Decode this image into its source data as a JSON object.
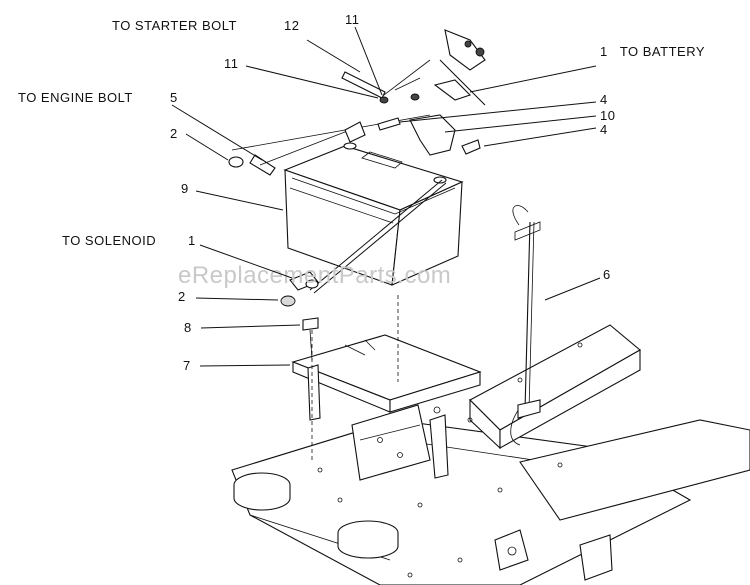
{
  "diagram": {
    "watermark": "eReplacementParts.com",
    "callouts": {
      "to_starter_bolt": "TO STARTER BOLT",
      "n12": "12",
      "n11_top": "11",
      "n11_left": "11",
      "n1_to_battery": "1   TO BATTERY",
      "to_engine_bolt": "TO ENGINE BOLT",
      "n5": "5",
      "n4_top": "4",
      "n10": "10",
      "n4_mid": "4",
      "n2_top": "2",
      "n9": "9",
      "to_solenoid": "TO SOLENOID",
      "n1_solenoid": "1",
      "n6": "6",
      "n2_bottom": "2",
      "n8": "8",
      "n7": "7"
    }
  }
}
